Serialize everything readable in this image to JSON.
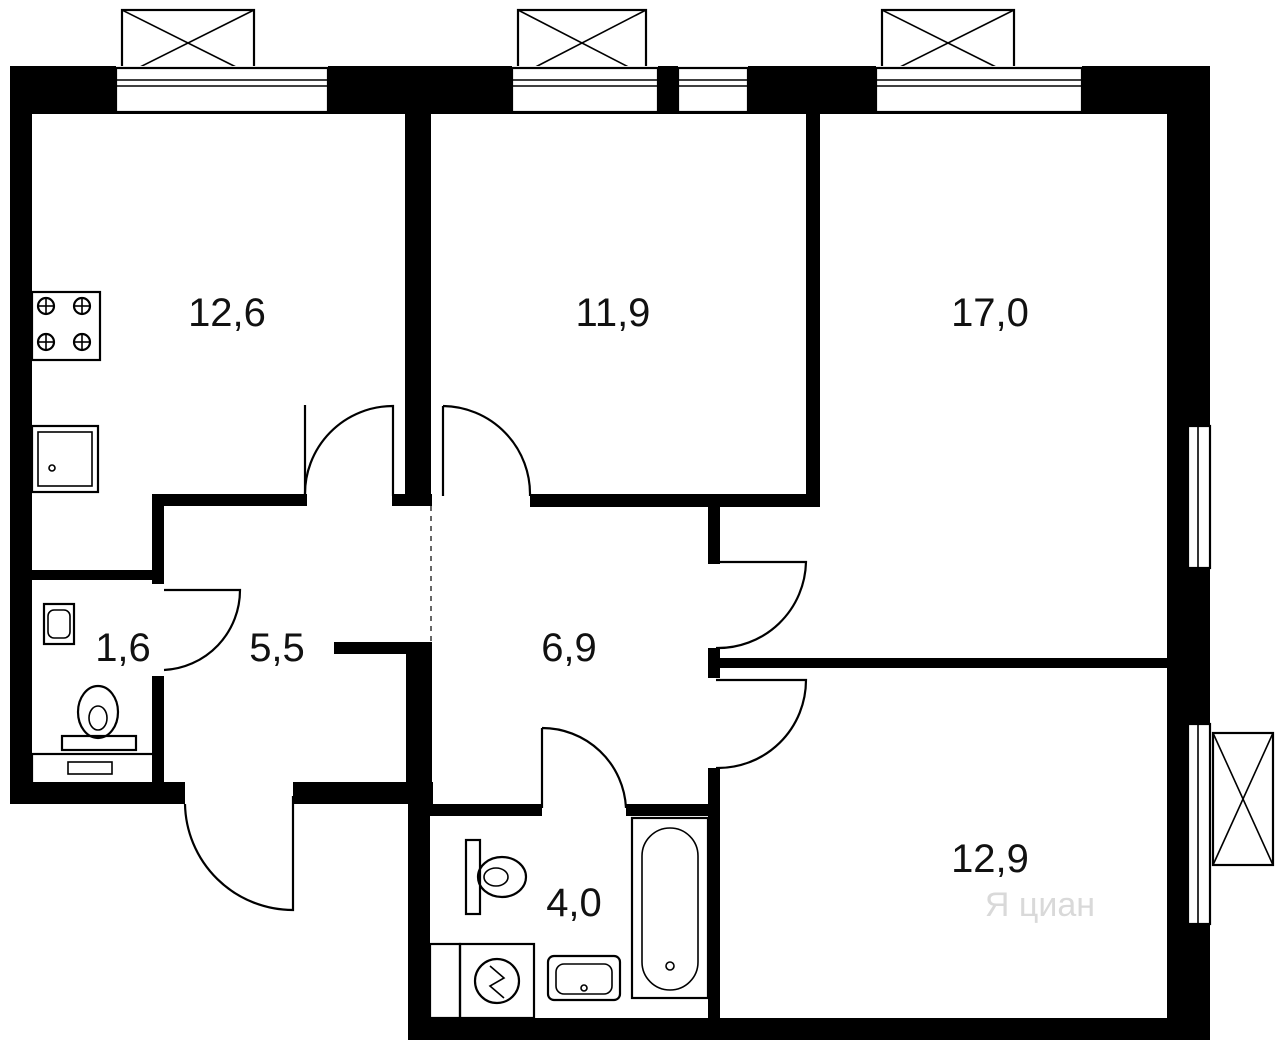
{
  "floor_plan": {
    "rooms": [
      {
        "id": "kitchen",
        "area": "12,6"
      },
      {
        "id": "bedroom-middle",
        "area": "11,9"
      },
      {
        "id": "bedroom-right",
        "area": "17,0"
      },
      {
        "id": "toilet",
        "area": "1,6"
      },
      {
        "id": "entrance-hall",
        "area": "5,5"
      },
      {
        "id": "corridor",
        "area": "6,9"
      },
      {
        "id": "bathroom",
        "area": "4,0"
      },
      {
        "id": "bedroom-lower",
        "area": "12,9"
      }
    ],
    "watermark": "Я циан",
    "colors": {
      "walls": "#000000",
      "background": "#ffffff",
      "watermark": "#d9d9d9"
    },
    "icons": [
      "stove-icon",
      "sink-icon",
      "toilet-icon",
      "bathtub-icon",
      "washing-machine-icon",
      "window-icon",
      "balcony-icon",
      "door-swing-icon"
    ]
  }
}
